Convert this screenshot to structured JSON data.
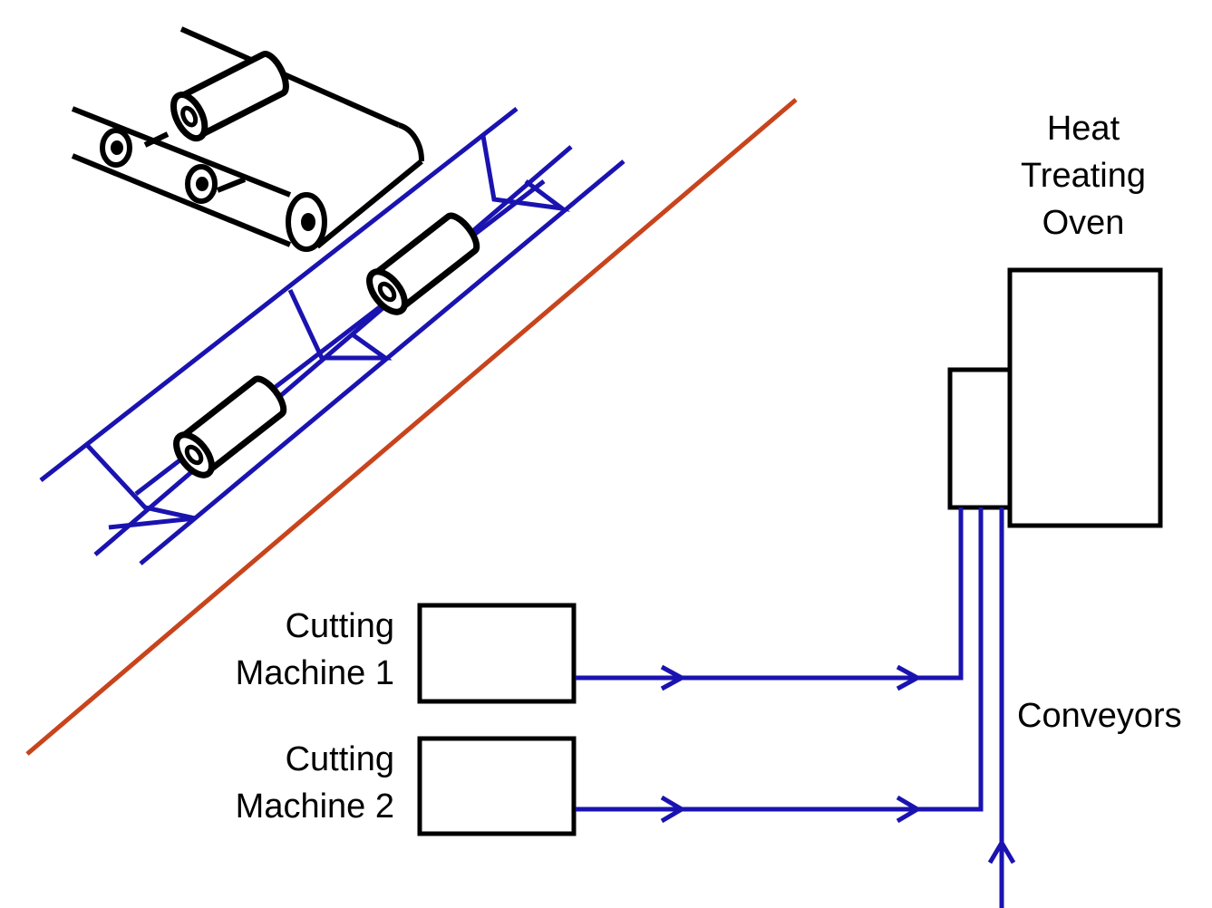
{
  "labels": {
    "oven_line1": "Heat",
    "oven_line2": "Treating",
    "oven_line3": "Oven",
    "machine1_line1": "Cutting",
    "machine1_line2": "Machine 1",
    "machine2_line1": "Cutting",
    "machine2_line2": "Machine 2",
    "conveyors": "Conveyors"
  },
  "colors": {
    "conveyor": "#1a13b0",
    "divider": "#c8441c",
    "outline": "#000000"
  }
}
